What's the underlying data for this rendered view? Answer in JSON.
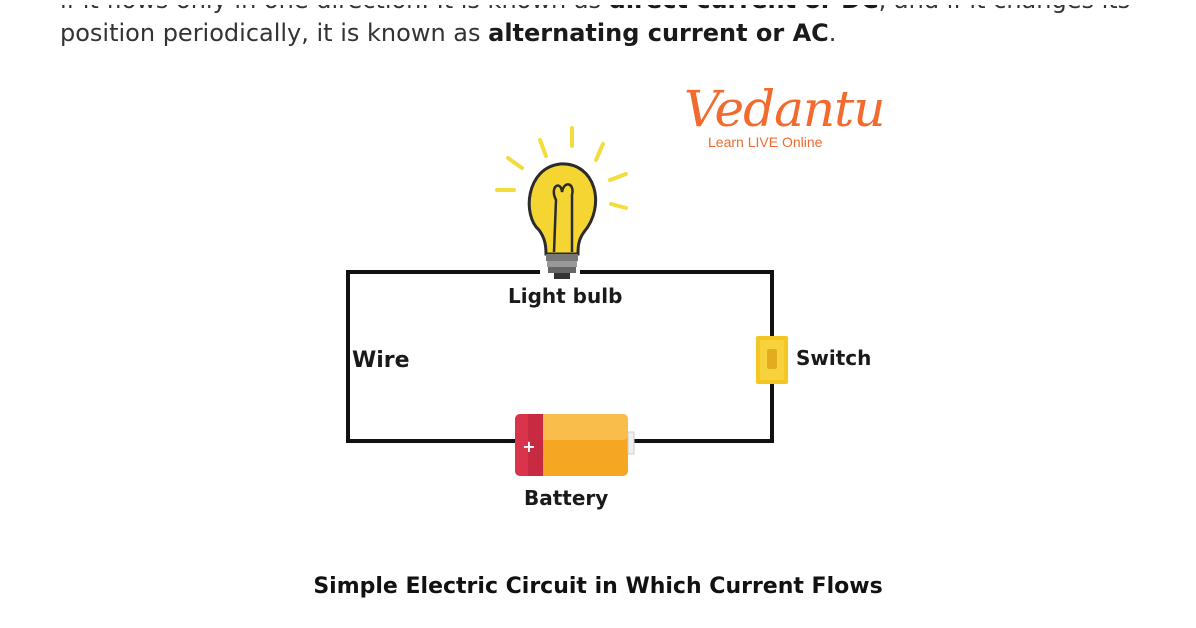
{
  "intro": {
    "line1_pre": "if it flows only in one direction. It is known as ",
    "line1_bold": "direct current or DC",
    "line1_post": ", and if it changes its",
    "line2_pre": "position periodically, it is known as ",
    "line2_bold": "alternating current or AC",
    "line2_post": "."
  },
  "logo": {
    "wordmark": "Vedantu",
    "tagline": "Learn LIVE Online"
  },
  "diagram": {
    "labels": {
      "bulb": "Light bulb",
      "wire": "Wire",
      "switch": "Switch",
      "battery": "Battery",
      "battery_plus": "+"
    },
    "colors": {
      "wire": "#111111",
      "bulb_glass": "#f5d531",
      "rays": "#f3dd3d",
      "battery_body": "#f5a623",
      "battery_terminal": "#d9344b",
      "switch": "#f3c623"
    }
  },
  "caption": "Simple Electric Circuit in Which Current Flows"
}
